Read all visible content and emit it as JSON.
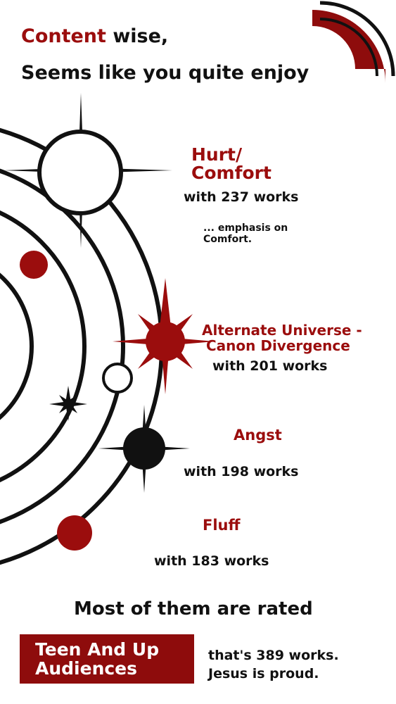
{
  "colors": {
    "accent": "#9b0d0d",
    "badge": "#8e0c0c",
    "ink": "#111111",
    "background": "#ffffff"
  },
  "header": {
    "highlight": "Content",
    "line1_rest": " wise,",
    "line2": "Seems like you quite enjoy"
  },
  "items": [
    {
      "name_line1": "Hurt/",
      "name_line2": "Comfort",
      "count": "with 237 works",
      "note_line1": "... emphasis on",
      "note_line2": "Comfort."
    },
    {
      "name_line1": "Alternate Universe -",
      "name_line2": "Canon Divergence",
      "count": "with 201 works"
    },
    {
      "name": "Angst",
      "count": "with 198 works"
    },
    {
      "name": "Fluff",
      "count": "with 183 works"
    }
  ],
  "rating": {
    "heading": "Most of them are rated",
    "badge_line1": "Teen And Up",
    "badge_line2": "Audiences",
    "detail_line1": "that's 389 works.",
    "detail_line2": "Jesus is proud."
  }
}
